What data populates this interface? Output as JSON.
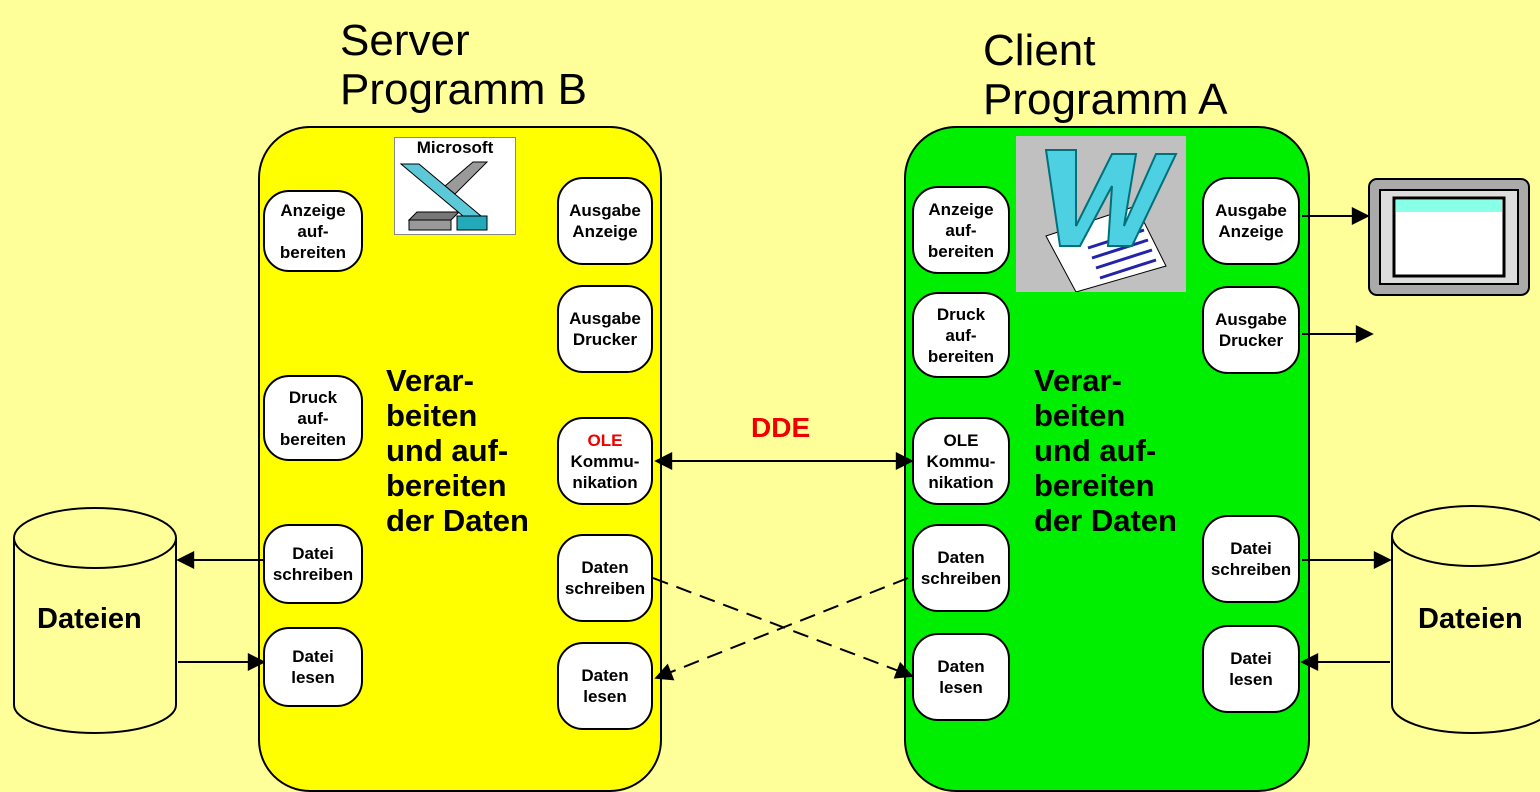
{
  "server": {
    "title_line1": "Server",
    "title_line2": "Programm B",
    "color": "#FFFF00",
    "logo_text": "Microsoft",
    "logo_icon": "excel-icon",
    "box_anzeige": [
      "Anzeige",
      "auf-",
      "bereiten"
    ],
    "box_druck": [
      "Druck",
      "auf-",
      "bereiten"
    ],
    "box_datei_schreiben": [
      "Datei",
      "schreiben"
    ],
    "box_datei_lesen": [
      "Datei",
      "lesen"
    ],
    "box_ausgabe_anzeige": [
      "Ausgabe",
      "Anzeige"
    ],
    "box_ausgabe_drucker": [
      "Ausgabe",
      "Drucker"
    ],
    "box_ole": [
      "OLE",
      "Kommu-",
      "nikation"
    ],
    "box_daten_schreiben": [
      "Daten",
      "schreiben"
    ],
    "box_daten_lesen": [
      "Daten",
      "lesen"
    ],
    "process_text": [
      "Verar-",
      "beiten",
      "und auf-",
      "bereiten",
      "der Daten"
    ]
  },
  "client": {
    "title_line1": "Client",
    "title_line2": "Programm A",
    "color": "#00EE00",
    "logo_icon": "word-icon",
    "box_anzeige": [
      "Anzeige",
      "auf-",
      "bereiten"
    ],
    "box_druck": [
      "Druck",
      "auf-",
      "bereiten"
    ],
    "box_ole": [
      "OLE",
      "Kommu-",
      "nikation"
    ],
    "box_daten_schreiben": [
      "Daten",
      "schreiben"
    ],
    "box_daten_lesen": [
      "Daten",
      "lesen"
    ],
    "box_ausgabe_anzeige": [
      "Ausgabe",
      "Anzeige"
    ],
    "box_ausgabe_drucker": [
      "Ausgabe",
      "Drucker"
    ],
    "box_datei_schreiben": [
      "Datei",
      "schreiben"
    ],
    "box_datei_lesen": [
      "Datei",
      "lesen"
    ],
    "process_text": [
      "Verar-",
      "beiten",
      "und auf-",
      "bereiten",
      "der Daten"
    ]
  },
  "link_label": "DDE",
  "storage_left": "Dateien",
  "storage_right": "Dateien",
  "screen_icon": "window-icon",
  "colors": {
    "background": "#FFFF99",
    "accent": "#EE0000"
  }
}
